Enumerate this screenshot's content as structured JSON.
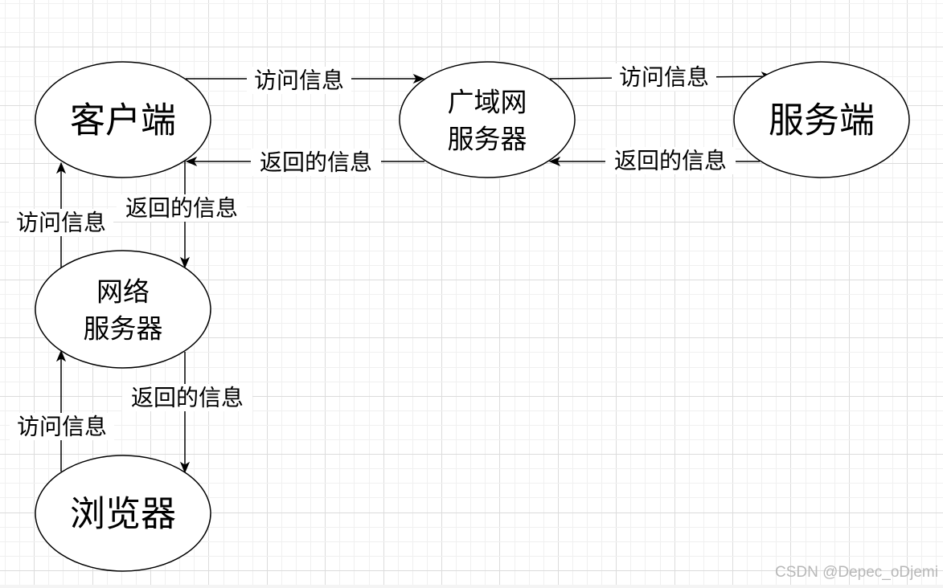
{
  "diagram": {
    "type": "flow",
    "nodes": [
      {
        "id": "client",
        "label": [
          "客户端"
        ],
        "size": "lg"
      },
      {
        "id": "wan",
        "label": [
          "广域网",
          "服务器"
        ],
        "size": "md"
      },
      {
        "id": "server",
        "label": [
          "服务端"
        ],
        "size": "lg"
      },
      {
        "id": "network",
        "label": [
          "网络",
          "服务器"
        ],
        "size": "md"
      },
      {
        "id": "browser",
        "label": [
          "浏览器"
        ],
        "size": "lg"
      }
    ],
    "edges": [
      {
        "id": "client-to-wan",
        "from": "client",
        "to": "wan",
        "label": "访问信息"
      },
      {
        "id": "wan-to-client",
        "from": "wan",
        "to": "client",
        "label": "返回的信息"
      },
      {
        "id": "wan-to-server",
        "from": "wan",
        "to": "server",
        "label": "访问信息"
      },
      {
        "id": "server-to-wan",
        "from": "server",
        "to": "wan",
        "label": "返回的信息"
      },
      {
        "id": "network-to-client",
        "from": "network",
        "to": "client",
        "label": "访问信息"
      },
      {
        "id": "client-to-network",
        "from": "client",
        "to": "network",
        "label": "返回的信息"
      },
      {
        "id": "browser-to-network",
        "from": "browser",
        "to": "network",
        "label": "访问信息"
      },
      {
        "id": "network-to-browser",
        "from": "network",
        "to": "browser",
        "label": "返回的信息"
      }
    ]
  },
  "watermark": "CSDN @Depec_oDjemi"
}
